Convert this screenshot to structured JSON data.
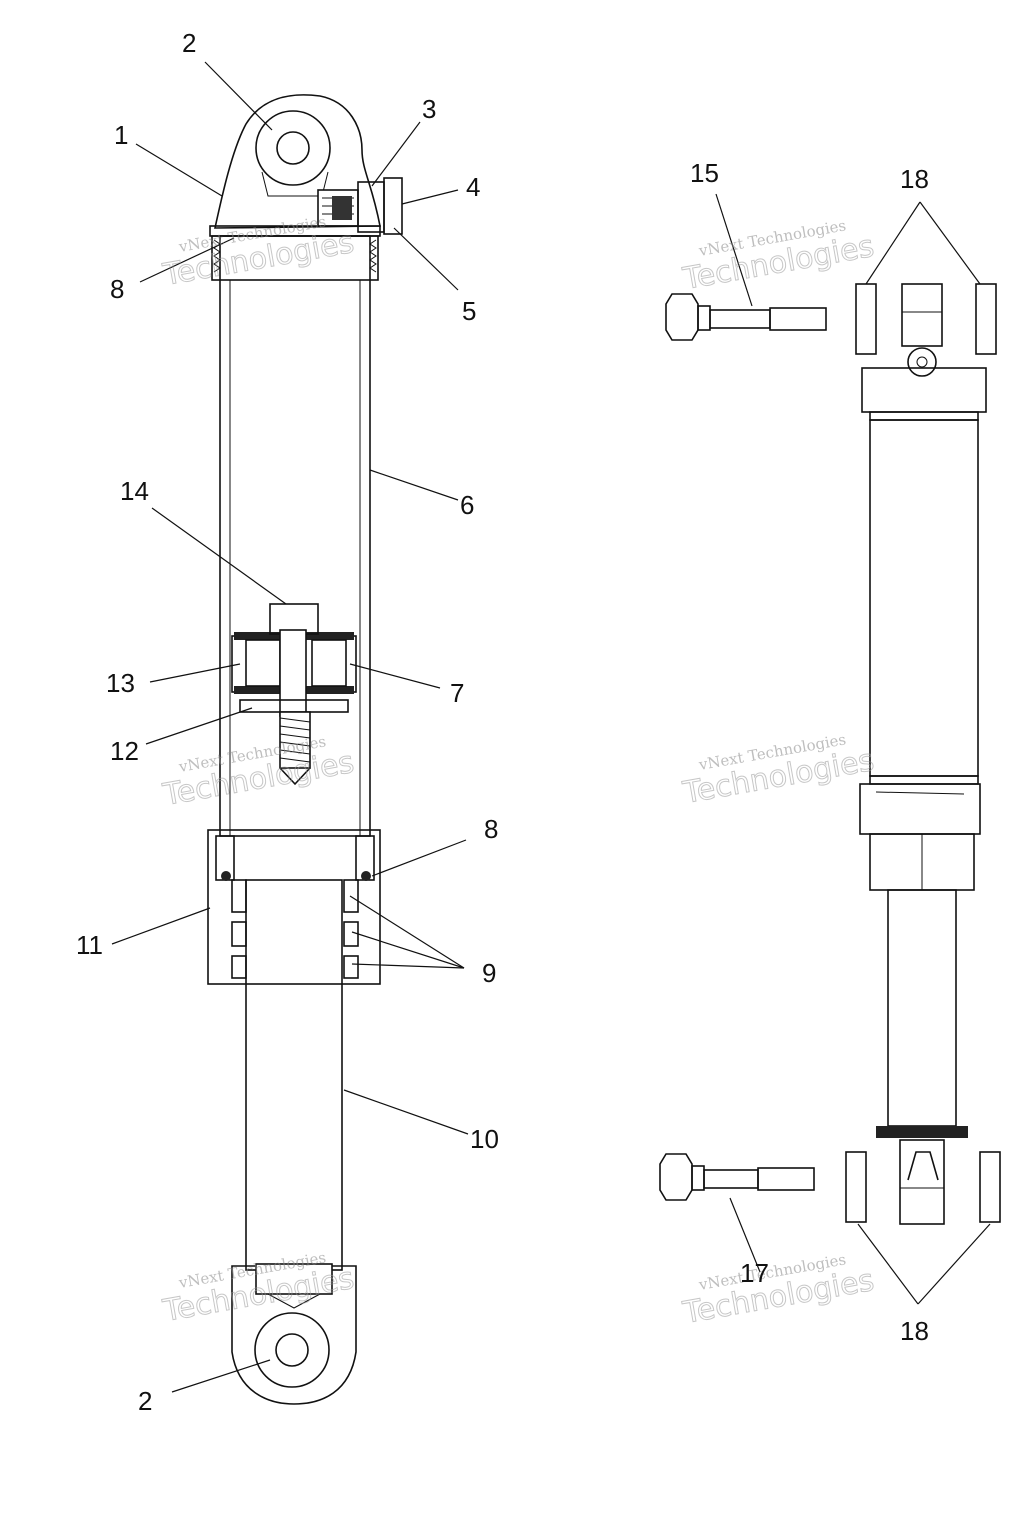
{
  "callouts": [
    {
      "id": "1",
      "text": "1"
    },
    {
      "id": "2a",
      "text": "2"
    },
    {
      "id": "3",
      "text": "3"
    },
    {
      "id": "4",
      "text": "4"
    },
    {
      "id": "5",
      "text": "5"
    },
    {
      "id": "8a",
      "text": "8"
    },
    {
      "id": "6",
      "text": "6"
    },
    {
      "id": "14",
      "text": "14"
    },
    {
      "id": "13",
      "text": "13"
    },
    {
      "id": "7",
      "text": "7"
    },
    {
      "id": "12",
      "text": "12"
    },
    {
      "id": "8b",
      "text": "8"
    },
    {
      "id": "11",
      "text": "11"
    },
    {
      "id": "9",
      "text": "9"
    },
    {
      "id": "10",
      "text": "10"
    },
    {
      "id": "2b",
      "text": "2"
    },
    {
      "id": "15",
      "text": "15"
    },
    {
      "id": "18a",
      "text": "18"
    },
    {
      "id": "17",
      "text": "17"
    },
    {
      "id": "18b",
      "text": "18"
    }
  ],
  "watermark": {
    "line1": "vNext Technologies",
    "line2": "Technologies",
    "small": "vNext"
  }
}
